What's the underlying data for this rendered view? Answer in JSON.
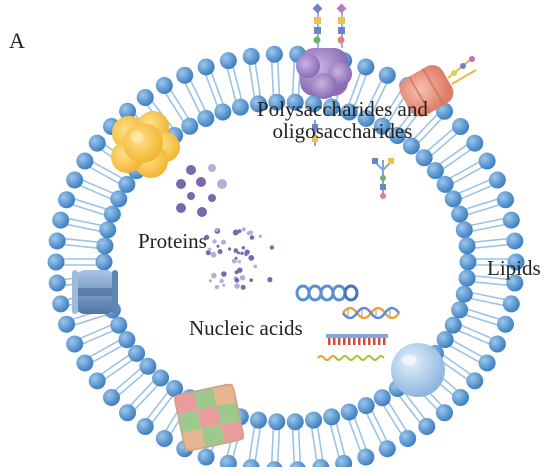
{
  "figure": {
    "panel_letter": "A",
    "labels": {
      "polysaccharides_line1": "Polysaccharides and",
      "polysaccharides_line2": "oligosaccharides",
      "lipids": "Lipids",
      "proteins": "Proteins",
      "nucleic_acids": "Nucleic acids"
    }
  },
  "colors": {
    "lipid_head": "#4f90cf",
    "lipid_head_highlight": "#9cc7ec",
    "lipid_tail": "#9bc3e6",
    "protein_yellow": "#f7c94b",
    "protein_purple": "#a98cc7",
    "protein_salmon": "#ec9a85",
    "protein_lightblue": "#a9c9ea",
    "protein_steelblue": "#6f93bd",
    "protein_patchwork_green": "#9ec98c",
    "protein_patchwork_pink": "#ea9c9c",
    "dot_purple": "#7a67ad",
    "dot_lavender": "#b8aed6",
    "dna_blue": "#5b8fd0",
    "dna_orange": "#f2a23a",
    "dna_red": "#d24b3e",
    "rna_green": "#a8c43a",
    "text": "#222222"
  },
  "icons": [
    "cell-membrane-icon",
    "membrane-protein-icon",
    "glycan-chain-icon",
    "dna-helix-icon",
    "rna-strand-icon",
    "protein-dots-icon"
  ]
}
